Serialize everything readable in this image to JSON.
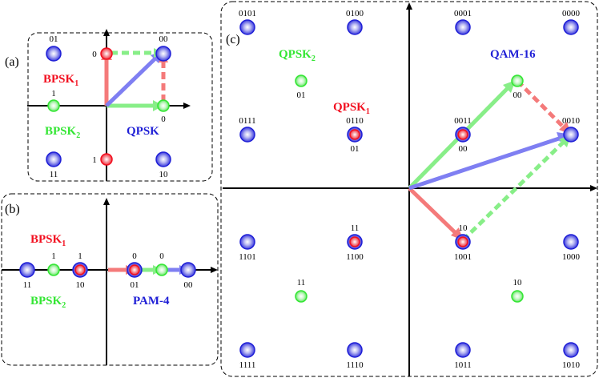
{
  "colors": {
    "red": "#f20f1f",
    "green": "#33e633",
    "blue": "#1f1fd6",
    "arrow_red": "#f47a7a",
    "arrow_green": "#88ee88",
    "arrow_blue": "#7f7ff2"
  },
  "panels": {
    "a": {
      "tag": "(a)",
      "schemes": [
        {
          "base": "BPSK",
          "sub": "1",
          "color": "red"
        },
        {
          "base": "BPSK",
          "sub": "2",
          "color": "green"
        },
        {
          "base": "QPSK",
          "sub": "",
          "color": "blue"
        }
      ],
      "points": [
        {
          "label": "01",
          "color": "blue"
        },
        {
          "label": "00",
          "color": "blue"
        },
        {
          "label": "11",
          "color": "blue"
        },
        {
          "label": "10",
          "color": "blue"
        },
        {
          "label": "0",
          "color": "red"
        },
        {
          "label": "1",
          "color": "red"
        },
        {
          "label": "1",
          "color": "green"
        },
        {
          "label": "0",
          "color": "green"
        }
      ]
    },
    "b": {
      "tag": "(b)",
      "schemes": [
        {
          "base": "BPSK",
          "sub": "1",
          "color": "red"
        },
        {
          "base": "BPSK",
          "sub": "2",
          "color": "green"
        },
        {
          "base": "PAM-4",
          "sub": "",
          "color": "blue"
        }
      ],
      "points": [
        {
          "label": "11",
          "color": "blue"
        },
        {
          "label": "10",
          "color": "blue"
        },
        {
          "label": "01",
          "color": "blue"
        },
        {
          "label": "00",
          "color": "blue"
        },
        {
          "label": "1",
          "color": "red"
        },
        {
          "label": "0",
          "color": "red"
        },
        {
          "label": "1",
          "color": "green"
        },
        {
          "label": "0",
          "color": "green"
        }
      ]
    },
    "c": {
      "tag": "(c)",
      "schemes": [
        {
          "base": "QPSK",
          "sub": "2",
          "color": "green"
        },
        {
          "base": "QPSK",
          "sub": "1",
          "color": "red"
        },
        {
          "base": "QAM-16",
          "sub": "",
          "color": "blue"
        }
      ],
      "points": [
        {
          "label": "0101",
          "color": "blue"
        },
        {
          "label": "0100",
          "color": "blue"
        },
        {
          "label": "0001",
          "color": "blue"
        },
        {
          "label": "0000",
          "color": "blue"
        },
        {
          "label": "0111",
          "color": "blue"
        },
        {
          "label": "0110",
          "color": "blue"
        },
        {
          "label": "0011",
          "color": "blue"
        },
        {
          "label": "0010",
          "color": "blue"
        },
        {
          "label": "1101",
          "color": "blue"
        },
        {
          "label": "1100",
          "color": "blue"
        },
        {
          "label": "1001",
          "color": "blue"
        },
        {
          "label": "1000",
          "color": "blue"
        },
        {
          "label": "1111",
          "color": "blue"
        },
        {
          "label": "1110",
          "color": "blue"
        },
        {
          "label": "1011",
          "color": "blue"
        },
        {
          "label": "1010",
          "color": "blue"
        },
        {
          "label": "01",
          "color": "red"
        },
        {
          "label": "11",
          "color": "red"
        },
        {
          "label": "00",
          "color": "red"
        },
        {
          "label": "10",
          "color": "red"
        },
        {
          "label": "01",
          "color": "green"
        },
        {
          "label": "00",
          "color": "green"
        },
        {
          "label": "11",
          "color": "green"
        },
        {
          "label": "10",
          "color": "green"
        }
      ]
    }
  }
}
